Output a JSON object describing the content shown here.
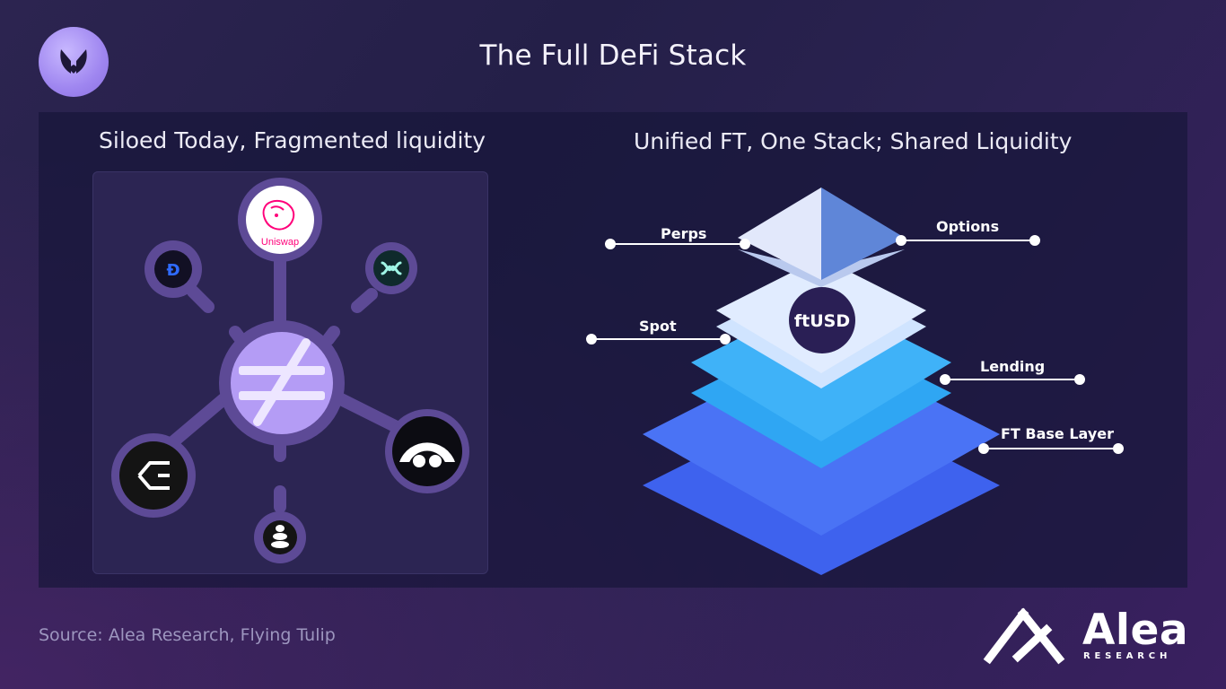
{
  "header": {
    "title": "The Full DeFi Stack"
  },
  "left_panel": {
    "title": "Siloed Today, Fragmented liquidity",
    "hub_icon": "not-equal-icon",
    "protocols": [
      {
        "name_icon": "uniswap-icon",
        "label": "Uniswap"
      },
      {
        "name_icon": "dydx-icon"
      },
      {
        "name_icon": "hyperliquid-icon"
      },
      {
        "name_icon": "ethena-icon"
      },
      {
        "name_icon": "morpho-icon"
      },
      {
        "name_icon": "ondo-icon"
      }
    ]
  },
  "right_panel": {
    "title": "Unified FT, One Stack; Shared Liquidity",
    "center_token": "ftUSD",
    "layers": {
      "perps": "Perps",
      "options": "Options",
      "spot": "Spot",
      "lending": "Lending",
      "base": "FT Base Layer"
    }
  },
  "footer": {
    "source": "Source: Alea Research, Flying Tulip",
    "brand": "Alea",
    "brand_sub": "RESEARCH"
  },
  "colors": {
    "background": "#262150",
    "panel": "#18163a",
    "accent_purple": "#a88df0",
    "layer_light": "#d6e4ff",
    "layer_cyan": "#3aa7f4",
    "layer_blue": "#3d6cf0",
    "token_bg": "#2a1f55"
  }
}
